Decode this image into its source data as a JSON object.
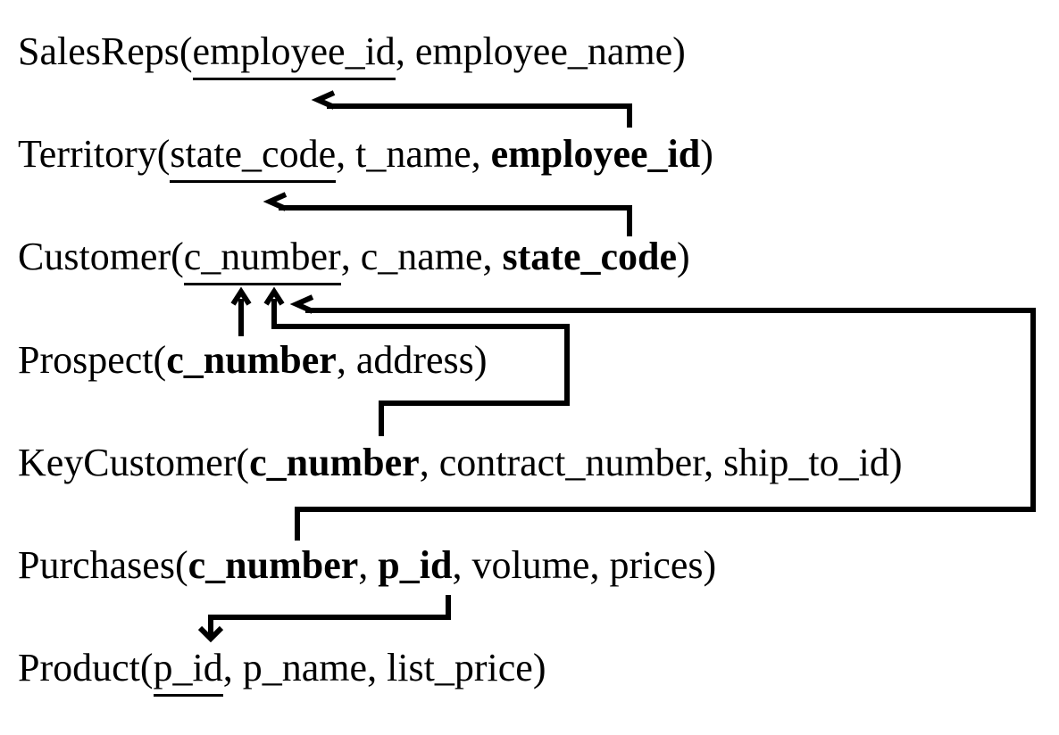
{
  "colors": {
    "ink": "#000000",
    "background": "#ffffff"
  },
  "relations": [
    {
      "name": "SalesReps",
      "attributes": [
        {
          "text": "employee_id",
          "pk": true,
          "fk": false
        },
        {
          "text": "employee_name",
          "pk": false,
          "fk": false
        }
      ]
    },
    {
      "name": "Territory",
      "attributes": [
        {
          "text": "state_code",
          "pk": true,
          "fk": false
        },
        {
          "text": "t_name",
          "pk": false,
          "fk": false
        },
        {
          "text": "employee_id",
          "pk": false,
          "fk": true
        }
      ]
    },
    {
      "name": "Customer",
      "attributes": [
        {
          "text": "c_number",
          "pk": true,
          "fk": false
        },
        {
          "text": "c_name",
          "pk": false,
          "fk": false
        },
        {
          "text": "state_code",
          "pk": false,
          "fk": true
        }
      ]
    },
    {
      "name": "Prospect",
      "attributes": [
        {
          "text": "c_number",
          "pk": false,
          "fk": true
        },
        {
          "text": "address",
          "pk": false,
          "fk": false
        }
      ]
    },
    {
      "name": "KeyCustomer",
      "attributes": [
        {
          "text": "c_number",
          "pk": false,
          "fk": true
        },
        {
          "text": "contract_number",
          "pk": false,
          "fk": false
        },
        {
          "text": "ship_to_id",
          "pk": false,
          "fk": false
        }
      ]
    },
    {
      "name": "Purchases",
      "attributes": [
        {
          "text": "c_number",
          "pk": false,
          "fk": true
        },
        {
          "text": "p_id",
          "pk": false,
          "fk": true
        },
        {
          "text": "volume",
          "pk": false,
          "fk": false
        },
        {
          "text": "prices",
          "pk": false,
          "fk": false
        }
      ]
    },
    {
      "name": "Product",
      "attributes": [
        {
          "text": "p_id",
          "pk": true,
          "fk": false
        },
        {
          "text": "p_name",
          "pk": false,
          "fk": false
        },
        {
          "text": "list_price",
          "pk": false,
          "fk": false
        }
      ]
    }
  ]
}
